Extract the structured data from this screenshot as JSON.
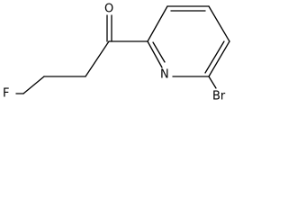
{
  "structure": {
    "atoms": {
      "oxygen": "O",
      "nitrogen": "N",
      "fluorine": "F",
      "bromine": "Br"
    }
  }
}
